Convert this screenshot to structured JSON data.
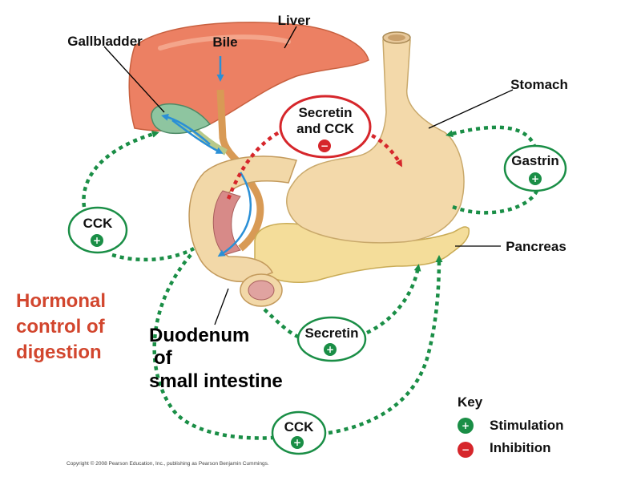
{
  "title": "Hormonal control of digestion",
  "title_lines": [
    "Hormonal",
    "control of",
    "digestion"
  ],
  "organs": {
    "liver": "Liver",
    "gallbladder": "Gallbladder",
    "bile": "Bile",
    "stomach": "Stomach",
    "pancreas": "Pancreas",
    "duodenum_lines": [
      "Duodenum",
      "of",
      "small intestine"
    ]
  },
  "hormones": {
    "secretin_cck_lines": [
      "Secretin",
      "and CCK"
    ],
    "gastrin": "Gastrin",
    "cck_left": "CCK",
    "secretin_bottom": "Secretin",
    "cck_bottom": "CCK"
  },
  "key": {
    "title": "Key",
    "stimulation": "Stimulation",
    "inhibition": "Inhibition",
    "plus_sign": "+",
    "minus_sign": "−"
  },
  "colors": {
    "stimulation": "#1a8e46",
    "inhibition": "#d6262b",
    "title": "#d2462e",
    "bile_arrow": "#2a8fd6"
  },
  "copyright": "Copyright © 2008 Pearson Education, Inc., publishing as Pearson Benjamin Cummings."
}
